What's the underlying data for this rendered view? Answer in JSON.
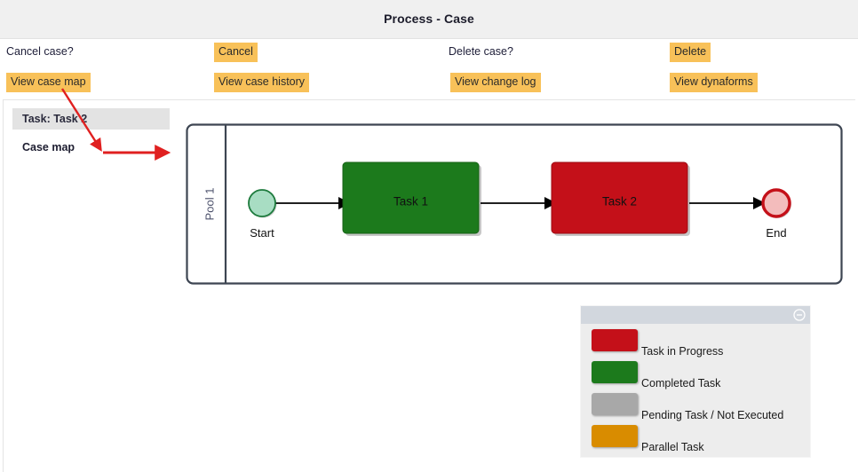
{
  "window": {
    "title": "Process - Case"
  },
  "actions": {
    "cancel_prompt": "Cancel case?",
    "cancel_button": "Cancel",
    "delete_prompt": "Delete case?",
    "delete_button": "Delete",
    "view_case_map": "View case map",
    "view_case_history": "View case history",
    "view_change_log": "View change log",
    "view_dynaforms": "View dynaforms",
    "button_color": "#f8c159"
  },
  "sidebar": {
    "task_header": "Task: Task 2",
    "case_map_link": "Case map"
  },
  "diagram": {
    "pool_label": "Pool 1",
    "start_label": "Start",
    "end_label": "End",
    "task1_label": "Task 1",
    "task2_label": "Task 2",
    "task1_color": "#1c7a1c",
    "task2_color": "#c41019",
    "start_fill": "#a8ddc3",
    "start_stroke": "#1c7a3c",
    "end_fill": "#f3bcbc",
    "end_stroke": "#c41019",
    "pool_stroke": "#3d4552"
  },
  "legend": {
    "minimize_icon": "minimize-icon",
    "items": [
      {
        "label": "Task in Progress",
        "color": "#c41019"
      },
      {
        "label": "Completed Task",
        "color": "#1c7a1c"
      },
      {
        "label": "Pending Task / Not Executed",
        "color": "#a8a8a8"
      },
      {
        "label": "Parallel Task",
        "color": "#d98c00"
      }
    ]
  },
  "annotations": {
    "arrow_color": "#e02020",
    "arrow_1": "view-case-map-to-case-map",
    "arrow_2": "case-map-to-diagram"
  }
}
